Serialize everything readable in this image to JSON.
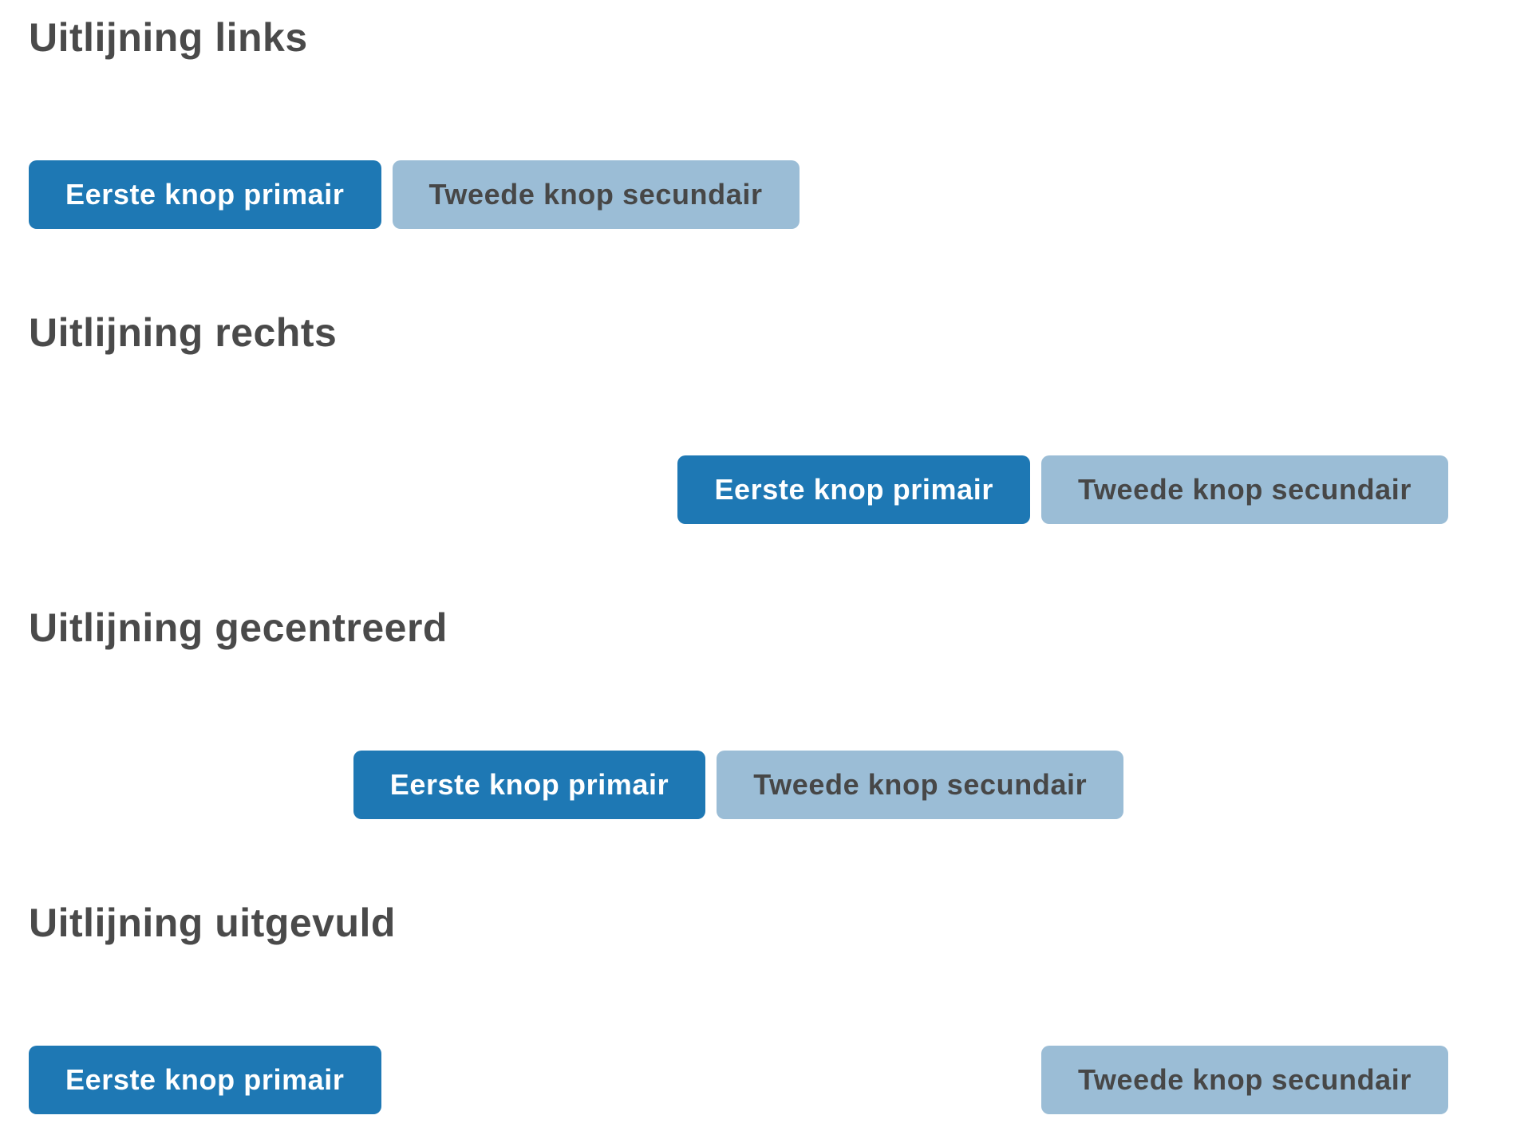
{
  "colors": {
    "primary_bg": "#1e78b4",
    "primary_text": "#ffffff",
    "secondary_bg": "#9bbdd6",
    "secondary_text": "#474747",
    "heading_color": "#4a4a4a",
    "page_bg": "#ffffff"
  },
  "buttons": {
    "primary_label": "Eerste knop primair",
    "secondary_label": "Tweede knop secundair"
  },
  "sections": [
    {
      "heading": "Uitlijning links",
      "alignment": "left"
    },
    {
      "heading": "Uitlijning rechts",
      "alignment": "right"
    },
    {
      "heading": "Uitlijning gecentreerd",
      "alignment": "center"
    },
    {
      "heading": "Uitlijning uitgevuld",
      "alignment": "justified"
    }
  ]
}
